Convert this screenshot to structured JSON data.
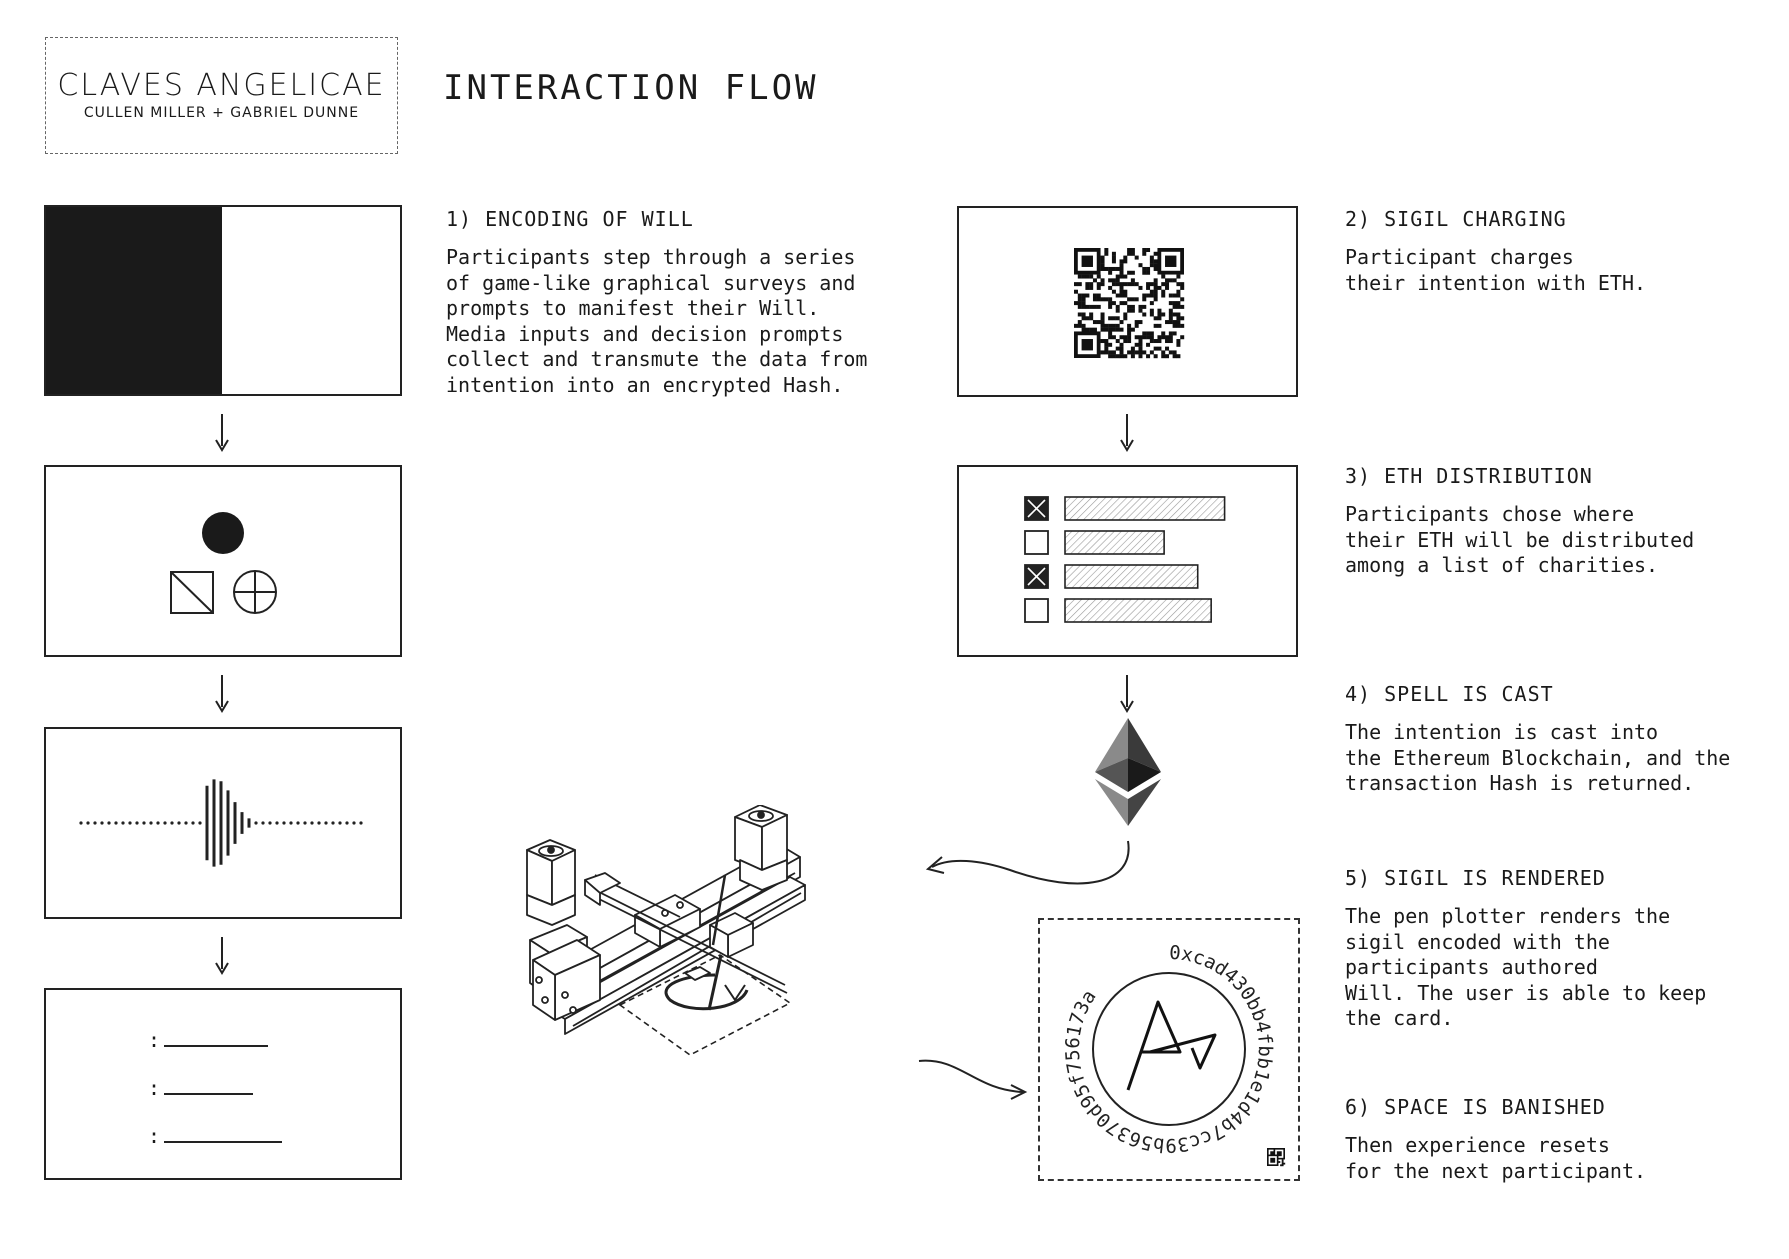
{
  "header": {
    "title": "CLAVES ANGELICAE",
    "subtitle": "CULLEN MILLER + GABRIEL DUNNE",
    "heading": "INTERACTION FLOW"
  },
  "steps": [
    {
      "title": "1) ENCODING OF WILL",
      "body": "Participants step through a series\nof game-like graphical surveys and\nprompts to manifest their Will.\nMedia inputs and decision prompts\ncollect and transmute the data from\nintention into an encrypted Hash."
    },
    {
      "title": "2) SIGIL CHARGING",
      "body": "Participant charges\ntheir intention with ETH."
    },
    {
      "title": "3) ETH DISTRIBUTION",
      "body": "Participants chose where\ntheir ETH will be distributed\namong a list of charities."
    },
    {
      "title": "4) SPELL IS CAST",
      "body": "The intention is cast into\nthe Ethereum Blockchain, and the\ntransaction Hash is returned."
    },
    {
      "title": "5) SIGIL IS RENDERED",
      "body": "The pen plotter renders the\nsigil encoded with the\nparticipants authored\nWill. The user is able to keep\nthe card."
    },
    {
      "title": "6) SPACE IS BANISHED",
      "body": "Then experience resets\nfor the next participant."
    }
  ],
  "card": {
    "hash_text": "0xcad430bb4fbb1e1d4b7cc39b56370d95f756173a"
  },
  "form_fields": [
    ":",
    ":",
    ":"
  ],
  "charity_list": [
    {
      "checked": true,
      "fill": 0.95
    },
    {
      "checked": false,
      "fill": 0.59
    },
    {
      "checked": true,
      "fill": 0.79
    },
    {
      "checked": false,
      "fill": 0.87
    }
  ]
}
